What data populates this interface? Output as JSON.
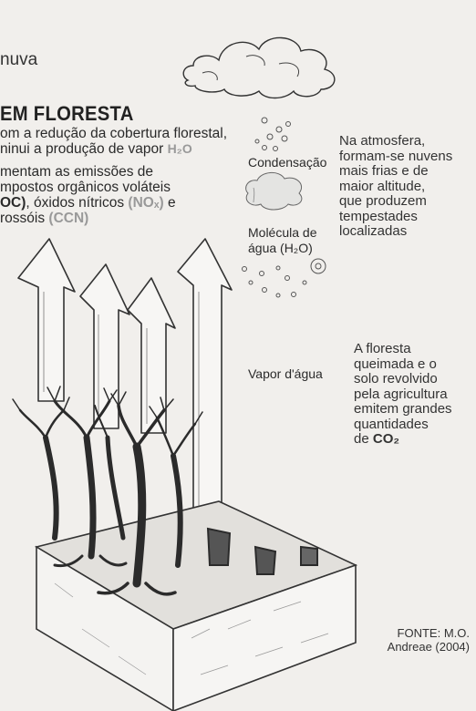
{
  "header": {
    "nuva": "nuva",
    "title": "EM FLORESTA"
  },
  "left_text": {
    "line1": "om a redução da cobertura florestal,",
    "line2_a": "ninui a produção de vapor ",
    "line2_chem": "H₂O",
    "line3": "mentam as emissões de",
    "line4": "mpostos orgânicos voláteis",
    "line5_a": "OC)",
    "line5_b": ", óxidos nítricos ",
    "line5_chem": "(NOₓ)",
    "line5_c": " e",
    "line6_a": "rossóis ",
    "line6_chem": "(CCN)"
  },
  "labels": {
    "condensacao": "Condensação",
    "molecula_1": "Molécula de",
    "molecula_2": "água (H₂O)",
    "vapor": "Vapor d'água"
  },
  "right_text_1": [
    "Na atmosfera,",
    "formam-se nuvens",
    "mais frias e de",
    "maior altitude,",
    "que produzem",
    "tempestades",
    "localizadas"
  ],
  "right_text_2": [
    "A floresta",
    "queimada e o",
    "solo revolvido",
    "pela agricultura",
    "emitem grandes",
    "quantidades"
  ],
  "right_text_2_last": {
    "prefix": "de ",
    "chem": "CO₂"
  },
  "source": {
    "line1": "FONTE: M.O.",
    "line2": "Andreae (2004)"
  }
}
